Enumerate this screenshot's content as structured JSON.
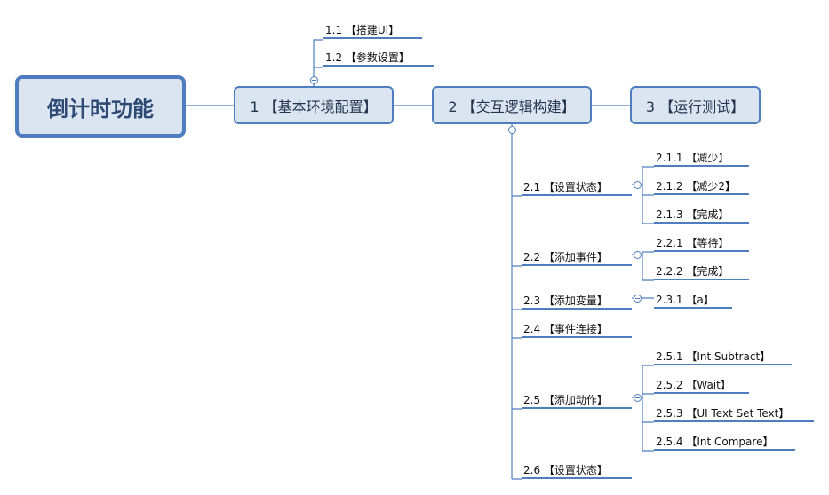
{
  "root": {
    "label": "倒计时功能"
  },
  "main_nodes": [
    {
      "label": "1 【基本环境配置】"
    },
    {
      "label": "2 【交互逻辑构建】"
    },
    {
      "label": "3 【运行测试】"
    }
  ],
  "node1_children": [
    {
      "label": "1.1 【搭建UI】"
    },
    {
      "label": "1.2 【参数设置】"
    }
  ],
  "node2_children": [
    {
      "label": "2.1 【设置状态】",
      "children": [
        {
          "label": "2.1.1 【减少】"
        },
        {
          "label": "2.1.2 【减少2】"
        },
        {
          "label": "2.1.3 【完成】"
        }
      ]
    },
    {
      "label": "2.2 【添加事件】",
      "children": [
        {
          "label": "2.2.1 【等待】"
        },
        {
          "label": "2.2.2 【完成】"
        }
      ]
    },
    {
      "label": "2.3 【添加变量】",
      "children": [
        {
          "label": "2.3.1 【a】"
        }
      ]
    },
    {
      "label": "2.4 【事件连接】",
      "children": []
    },
    {
      "label": "2.5 【添加动作】",
      "children": [
        {
          "label": "2.5.1 【Int Subtract】"
        },
        {
          "label": "2.5.2 【Wait】"
        },
        {
          "label": "2.5.3 【UI Text Set Text】"
        },
        {
          "label": "2.5.4 【Int Compare】"
        }
      ]
    },
    {
      "label": "2.6 【设置状态】",
      "children": []
    }
  ],
  "colors": {
    "line": "#4f7ec0",
    "fill": "#dbe5f2"
  }
}
